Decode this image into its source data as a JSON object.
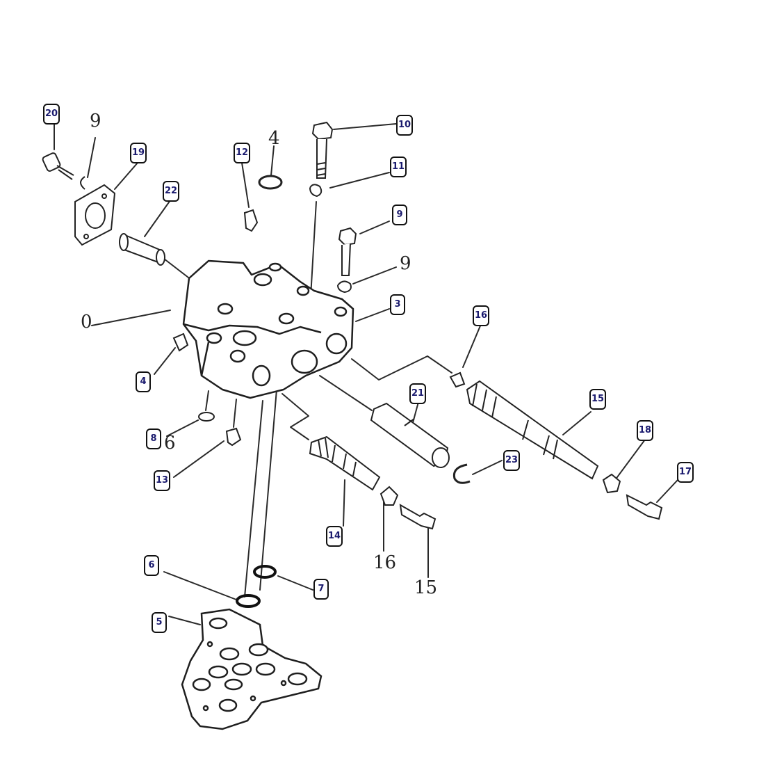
{
  "callouts": [
    "20",
    "19",
    "22",
    "12",
    "10",
    "11",
    "9",
    "3",
    "16",
    "4",
    "21",
    "15",
    "18",
    "8",
    "13",
    "23",
    "17",
    "14",
    "6",
    "7",
    "5"
  ],
  "printed_numbers": [
    "9",
    "4",
    "9",
    "0",
    "6",
    "16",
    "15"
  ]
}
